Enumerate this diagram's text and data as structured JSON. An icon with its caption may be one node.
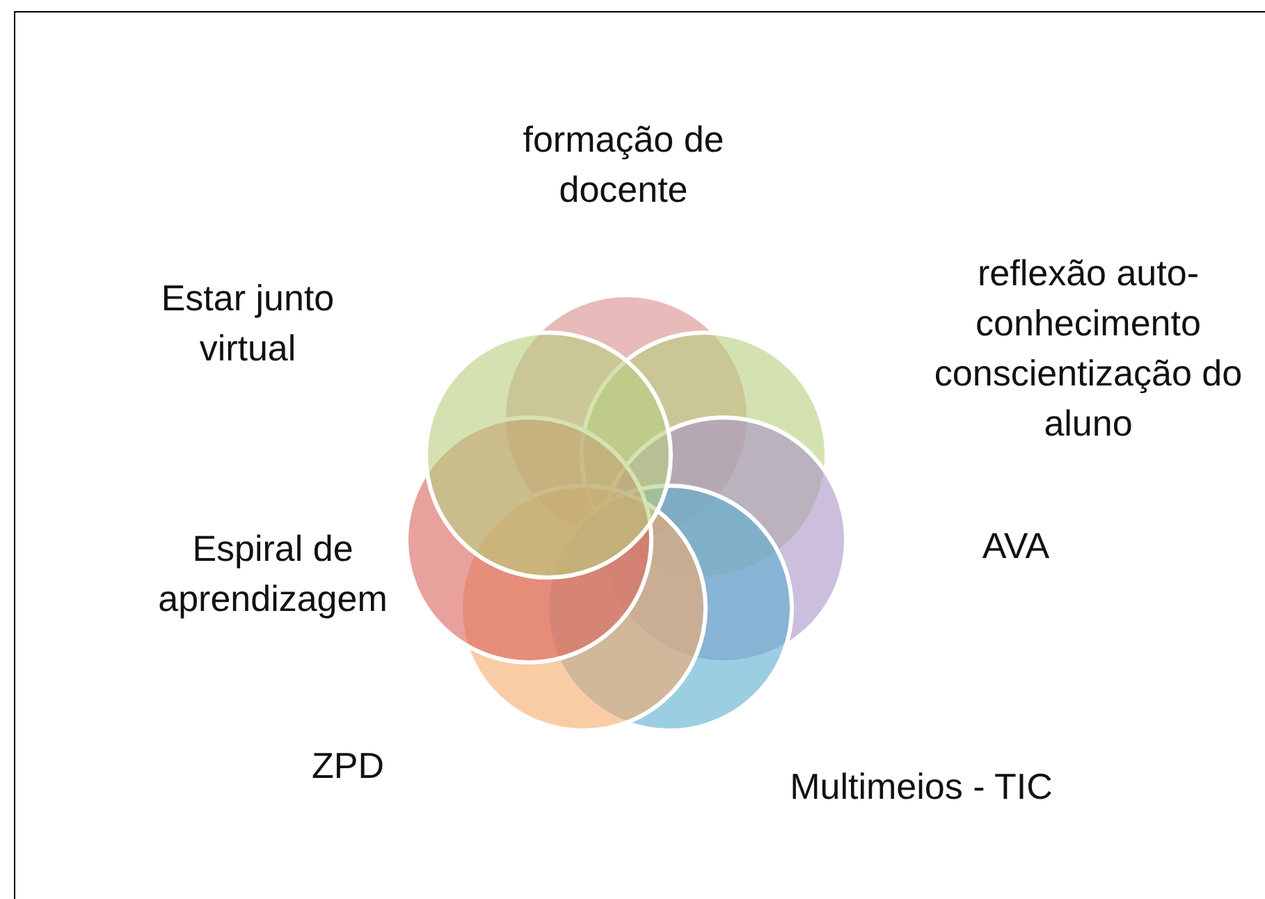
{
  "diagram": {
    "nodes": [
      {
        "text": [],
        "shape": "circle",
        "beside": [
          "formação de docente"
        ]
      },
      {
        "text": [],
        "shape": "circle",
        "beside": [
          "reflexão auto-conhecimento conscientização do aluno"
        ]
      },
      {
        "text": [],
        "shape": "circle",
        "beside": [
          "AVA"
        ]
      },
      {
        "text": [],
        "shape": "circle",
        "beside": [
          "Multimeios - TIC"
        ]
      },
      {
        "text": [],
        "shape": "circle",
        "beside": [
          "ZPD"
        ]
      },
      {
        "text": [],
        "shape": "circle",
        "beside": [
          "Espiral de aprendizagem"
        ]
      },
      {
        "text": [],
        "shape": "circle",
        "beside": [
          "Estar junto virtual"
        ]
      }
    ],
    "edges": []
  }
}
